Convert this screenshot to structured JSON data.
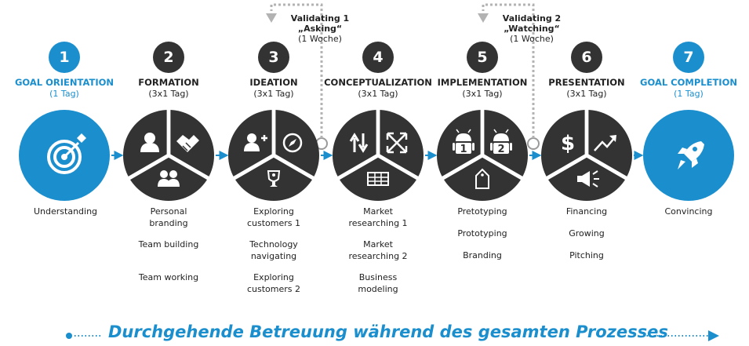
{
  "colors": {
    "accent": "#1b8fce",
    "dark": "#333333",
    "dashed": "#b3b3b3"
  },
  "phases": [
    {
      "number": "1",
      "title": "GOAL ORIENTATION",
      "duration": "(1 Tag)",
      "style": "blue",
      "icon": "target-dart-icon",
      "activities": [
        "Understanding"
      ]
    },
    {
      "number": "2",
      "title": "FORMATION",
      "duration": "(3x1 Tag)",
      "style": "dark",
      "icons": [
        "person-icon",
        "handshake-icon",
        "team-icon"
      ],
      "activities": [
        "Personal branding",
        "Team building",
        "Team working"
      ]
    },
    {
      "number": "3",
      "title": "IDEATION",
      "duration": "(3x1 Tag)",
      "style": "dark",
      "icons": [
        "add-user-icon",
        "compass-icon",
        "trophy-icon"
      ],
      "activities": [
        "Exploring customers 1",
        "Technology navigating",
        "Exploring customers 2"
      ]
    },
    {
      "number": "4",
      "title": "CONCEPTUALIZATION",
      "duration": "(3x1 Tag)",
      "style": "dark",
      "icons": [
        "sort-arrows-icon",
        "crossing-arrows-icon",
        "table-grid-icon"
      ],
      "activities": [
        "Market researching 1",
        "Market researching 2",
        "Business modeling"
      ]
    },
    {
      "number": "5",
      "title": "IMPLEMENTATION",
      "duration": "(3x1 Tag)",
      "style": "dark",
      "icons": [
        "android-1-icon",
        "android-2-icon",
        "tag-icon"
      ],
      "activities": [
        "Pretotyping",
        "Prototyping",
        "Branding"
      ]
    },
    {
      "number": "6",
      "title": "PRESENTATION",
      "duration": "(3x1 Tag)",
      "style": "dark",
      "icons": [
        "dollar-icon",
        "trend-up-icon",
        "megaphone-icon"
      ],
      "activities": [
        "Financing",
        "Growing",
        "Pitching"
      ]
    },
    {
      "number": "7",
      "title": "GOAL COMPLETION",
      "duration": "(1 Tag)",
      "style": "blue",
      "icon": "rocket-icon",
      "activities": [
        "Convincing"
      ]
    }
  ],
  "validations": [
    {
      "title": "Validating 1",
      "name": "„Asking“",
      "duration": "(1 Woche)"
    },
    {
      "title": "Validating 2",
      "name": "„Watching“",
      "duration": "(1 Woche)"
    }
  ],
  "footer": {
    "text": "Durchgehende Betreuung während des gesamten Prozesses"
  }
}
